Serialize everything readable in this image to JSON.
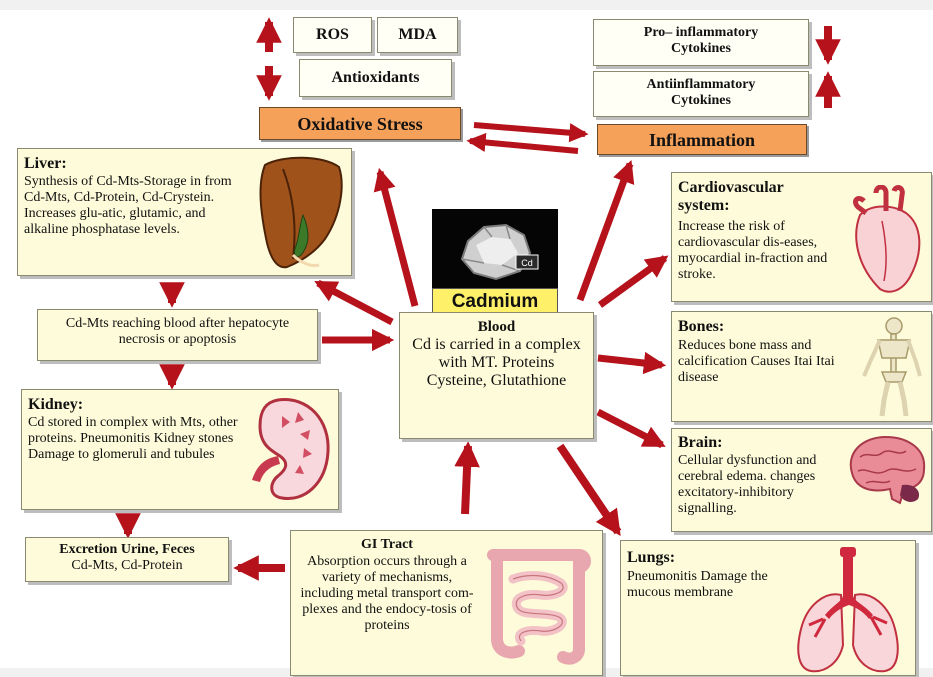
{
  "top": {
    "ros": "ROS",
    "mda": "MDA",
    "antioxidants": "Antioxidants",
    "oxidative_stress": "Oxidative Stress",
    "pro_inflammatory": "Pro– inflammatory Cytokines",
    "anti_inflammatory": "Antiinflammatory Cytokines",
    "inflammation": "Inflammation"
  },
  "liver": {
    "title": "Liver:",
    "body": "Synthesis of Cd-Mts-Storage in from Cd-Mts, Cd-Protein, Cd-Crystein. Increases glu-atic, glutamic, and alkaline phosphatase levels."
  },
  "cd_mts_blood": "Cd-Mts reaching blood after hepatocyte necrosis or apoptosis",
  "kidney": {
    "title": "Kidney:",
    "body": "Cd stored in complex with Mts, other proteins. Pneumonitis Kidney stones Damage to glomeruli and tubules"
  },
  "excretion": {
    "title": "Excretion Urine, Feces",
    "body": "Cd-Mts, Cd-Protein"
  },
  "cadmium": {
    "label": "Cadmium",
    "sample_tag": "Cd"
  },
  "blood": {
    "title": "Blood",
    "body": "Cd is carried in a complex with MT. Proteins Cysteine, Glutathione"
  },
  "gi_tract": {
    "title": "GI Tract",
    "body": "Absorption occurs through a variety of mechanisms, including metal transport com-plexes and the endocy-tosis of proteins"
  },
  "cardiovascular": {
    "title": "Cardiovascular system:",
    "body": "Increase the risk of cardiovascular dis-eases, myocardial in-fraction and stroke."
  },
  "bones": {
    "title": "Bones:",
    "body": "Reduces bone mass and calcification Causes Itai Itai disease"
  },
  "brain": {
    "title": "Brain:",
    "body": "Cellular dysfunction and cerebral edema. changes excitatory-inhibitory signalling."
  },
  "lungs": {
    "title": "Lungs:",
    "body": "Pneumonitis Damage the mucous membrane"
  },
  "colors": {
    "arrow": "#b5121b",
    "box_fill": "#fdfbd9",
    "orange_fill": "#f5a15a",
    "cadmium_label_fill": "#fff06a"
  },
  "icons": [
    "liver-icon",
    "kidney-icon",
    "heart-icon",
    "skeleton-icon",
    "brain-icon",
    "intestine-icon",
    "lungs-icon",
    "cadmium-rock-icon"
  ]
}
